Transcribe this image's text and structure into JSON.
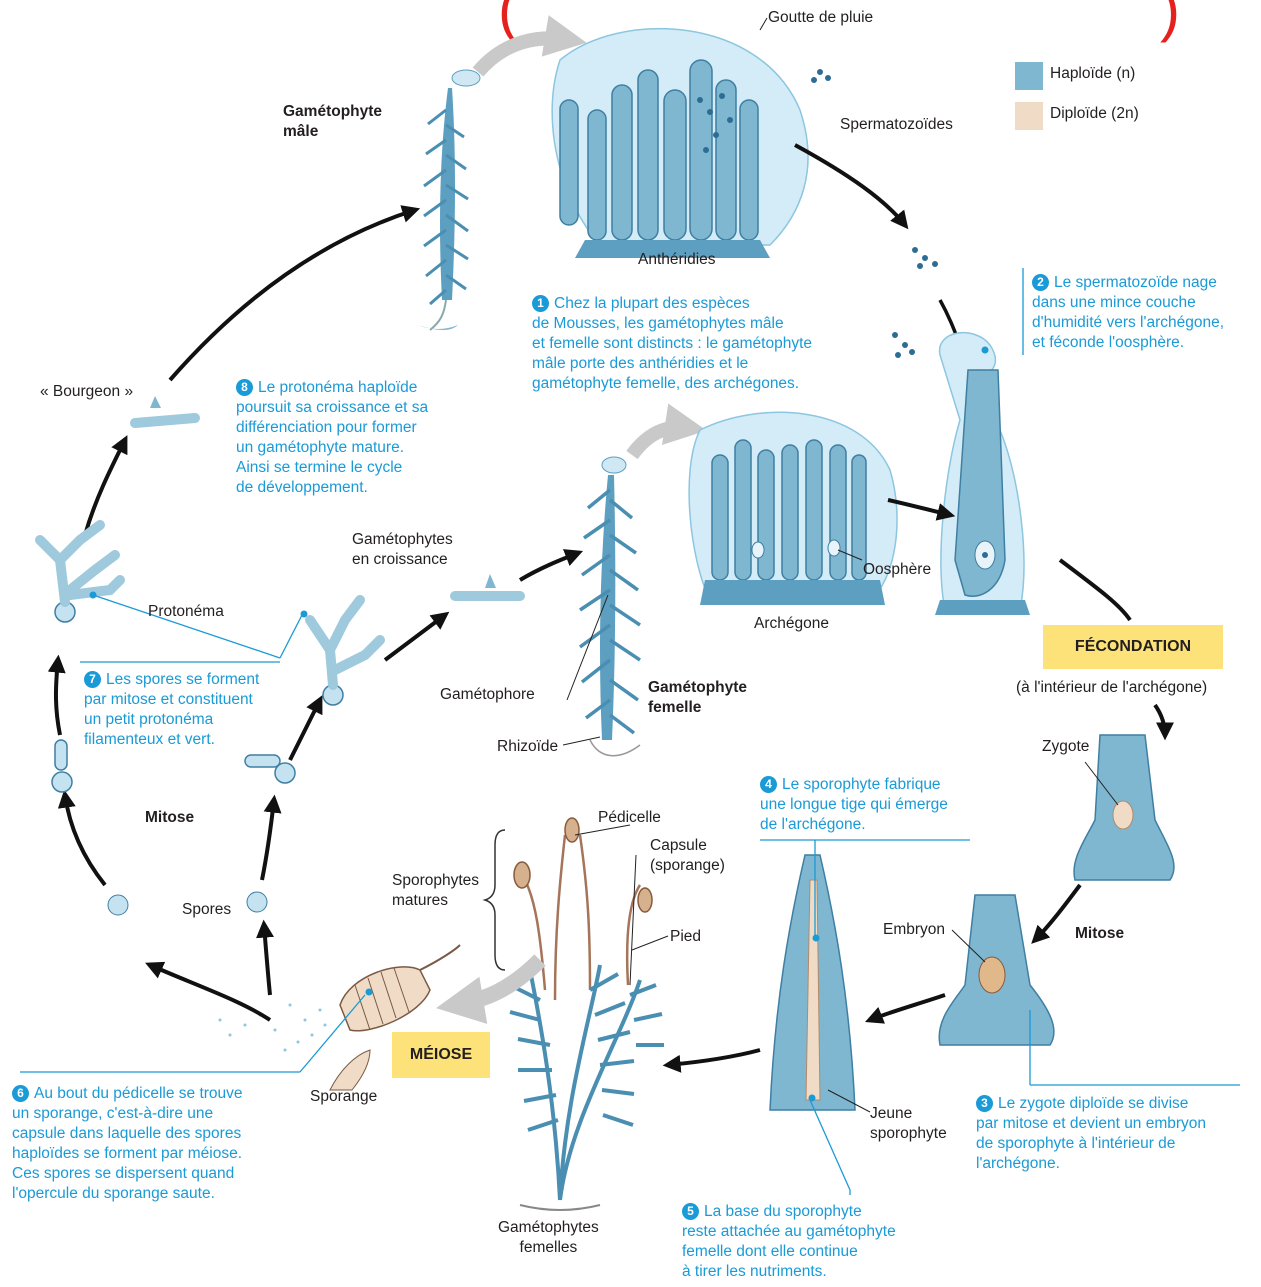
{
  "colors": {
    "haploid": "#7fb6d0",
    "diploid": "#f0dcc6",
    "accent_blue": "#1a9ad6",
    "highlight_box": "#fde27a",
    "arrow_black": "#111111",
    "arrow_gray": "#c9c9c9"
  },
  "top_partial_text": "(",
  "top_partial_text_right": ")",
  "legend": {
    "haploid": "Haploïde (n)",
    "diploid": "Diploïde (2n)"
  },
  "labels": {
    "goutte": "Goutte de pluie",
    "gametophyte_male": "Gamétophyte\nmâle",
    "spermatozoides": "Spermatozoïdes",
    "antheridies": "Anthéridies",
    "bourgeon": "« Bourgeon »",
    "gametophytes_croissance": "Gamétophytes\nen croissance",
    "protonema": "Protonéma",
    "oosphere": "Oosphère",
    "archegone": "Archégone",
    "fecondation": "FÉCONDATION",
    "fecondation_sub": "(à l'intérieur de l'archégone)",
    "gametophore": "Gamétophore",
    "gametophyte_femelle": "Gamétophyte\nfemelle",
    "rhizoide": "Rhizoïde",
    "zygote": "Zygote",
    "mitose_left": "Mitose",
    "mitose_right": "Mitose",
    "pedicelle": "Pédicelle",
    "capsule": "Capsule\n(sporange)",
    "sporophytes_matures": "Sporophytes\nmatures",
    "pied": "Pied",
    "spores": "Spores",
    "embryon": "Embryon",
    "meiose": "MÉIOSE",
    "sporange": "Sporange",
    "jeune_sporophyte": "Jeune\nsporophyte",
    "gametophytes_femelles": "Gamétophytes\nfemelles"
  },
  "steps": {
    "s1": {
      "num": "1",
      "text": "Chez la plupart des espèces\nde Mousses, les gamétophytes mâle\net femelle sont distincts : le gamétophyte\nmâle porte des anthéridies et le\ngamétophyte femelle, des archégones."
    },
    "s2": {
      "num": "2",
      "text": "Le spermatozoïde nage\ndans une mince couche\nd'humidité vers l'archégone,\net féconde l'oosphère."
    },
    "s3": {
      "num": "3",
      "text": "Le zygote diploïde se divise\npar mitose et devient un embryon\nde sporophyte à l'intérieur de\nl'archégone."
    },
    "s4": {
      "num": "4",
      "text": "Le sporophyte fabrique\nune longue tige qui émerge\nde l'archégone."
    },
    "s5": {
      "num": "5",
      "text": "La base du sporophyte\nreste attachée au gamétophyte\nfemelle dont elle continue\nà tirer les nutriments."
    },
    "s6": {
      "num": "6",
      "text": "Au bout du pédicelle se trouve\nun sporange, c'est-à-dire une\ncapsule dans laquelle des spores\nhaploïdes se forment par méiose.\nCes spores se dispersent quand\nl'opercule du sporange saute."
    },
    "s7": {
      "num": "7",
      "text": "Les spores se forment\npar mitose et constituent\nun petit protonéma\nfilamenteux et vert."
    },
    "s8": {
      "num": "8",
      "text": "Le protonéma haploïde\npoursuit sa croissance et sa\ndifférenciation pour former\nun gamétophyte mature.\nAinsi se termine le cycle\nde développement."
    }
  }
}
